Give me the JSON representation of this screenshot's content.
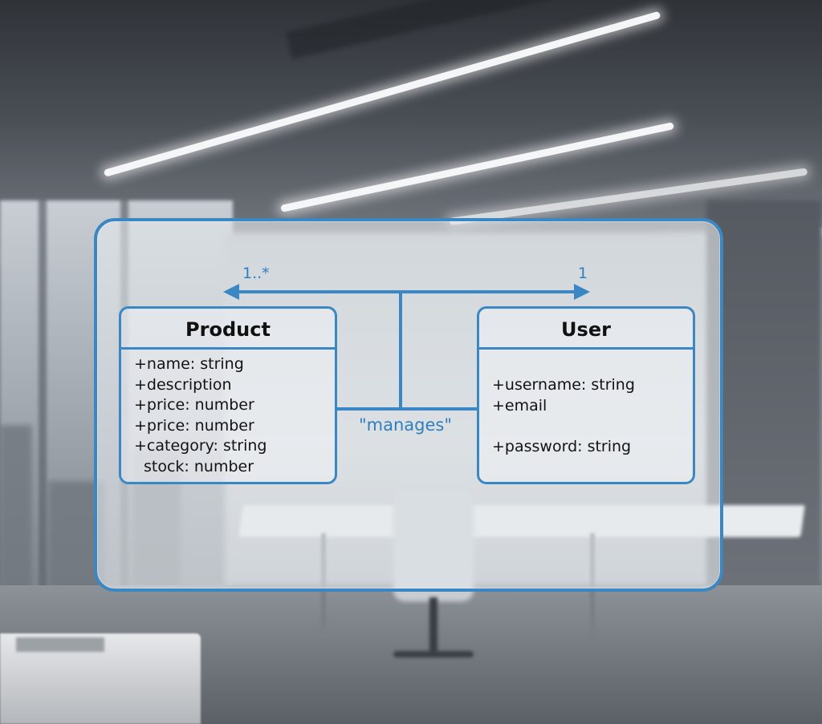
{
  "diagram": {
    "classes": {
      "product": {
        "name": "Product",
        "attributes": [
          "+name: string",
          "+description",
          "+price: number",
          "+price: number",
          "+category: string",
          "stock: number"
        ]
      },
      "user": {
        "name": "User",
        "attributes": [
          "+username: string",
          "+email",
          "",
          "+password: string"
        ]
      }
    },
    "association": {
      "label": "\"manages\"",
      "multiplicity_left": "1..*",
      "multiplicity_right": "1"
    }
  },
  "colors": {
    "accent": "#3a87c4",
    "text": "#111111"
  }
}
